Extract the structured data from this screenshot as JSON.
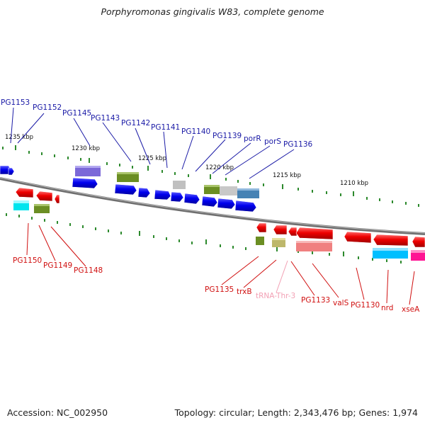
{
  "title": "Porphyromonas gingivalis W83, complete genome",
  "footer": {
    "accession": "Accession: NC_002950",
    "stats": "Topology: circular; Length: 2,343,476 bp; Genes: 1,974"
  },
  "colors": {
    "backbone": "#777777",
    "top_label": "#1a1aa6",
    "bottom_label": "#d01010",
    "trna_label": "#f2a0b4",
    "tick": "#2d8a2d"
  },
  "kbp_labels": [
    "1235 kbp",
    "1230 kbp",
    "1225 kbp",
    "1220 kbp",
    "1215 kbp",
    "1210 kbp"
  ],
  "top_gene_labels": [
    "PG1153",
    "PG1152",
    "PG1145",
    "PG1143",
    "PG1142",
    "PG1141",
    "PG1140",
    "PG1139",
    "porR",
    "porS",
    "PG1136"
  ],
  "bottom_gene_labels": [
    "PG1150",
    "PG1149",
    "PG1148",
    "PG1135",
    "trxB",
    "tRNA-Thr-3",
    "PG1133",
    "valS",
    "PG1130",
    "nrd",
    "xseA"
  ],
  "features": {
    "forward_genes": [
      "blue",
      "blue",
      "blue",
      "blue",
      "blue",
      "blue",
      "blue",
      "blue",
      "blue",
      "blue",
      "blue"
    ],
    "reverse_genes": [
      "red",
      "red",
      "red",
      "red",
      "red",
      "red",
      "red",
      "red",
      "red"
    ],
    "forward_cog_colors": [
      "#7b68d8",
      "#6b8e23",
      "#c0c0c0",
      "#6b8e23",
      "#c8c8c8",
      "#4682b4"
    ],
    "reverse_cog_colors": [
      "#00e5ee",
      "#6b8e23",
      "#6b8e23",
      "#bdb76b",
      "#f08080",
      "#00bfff",
      "#ff1493"
    ]
  }
}
